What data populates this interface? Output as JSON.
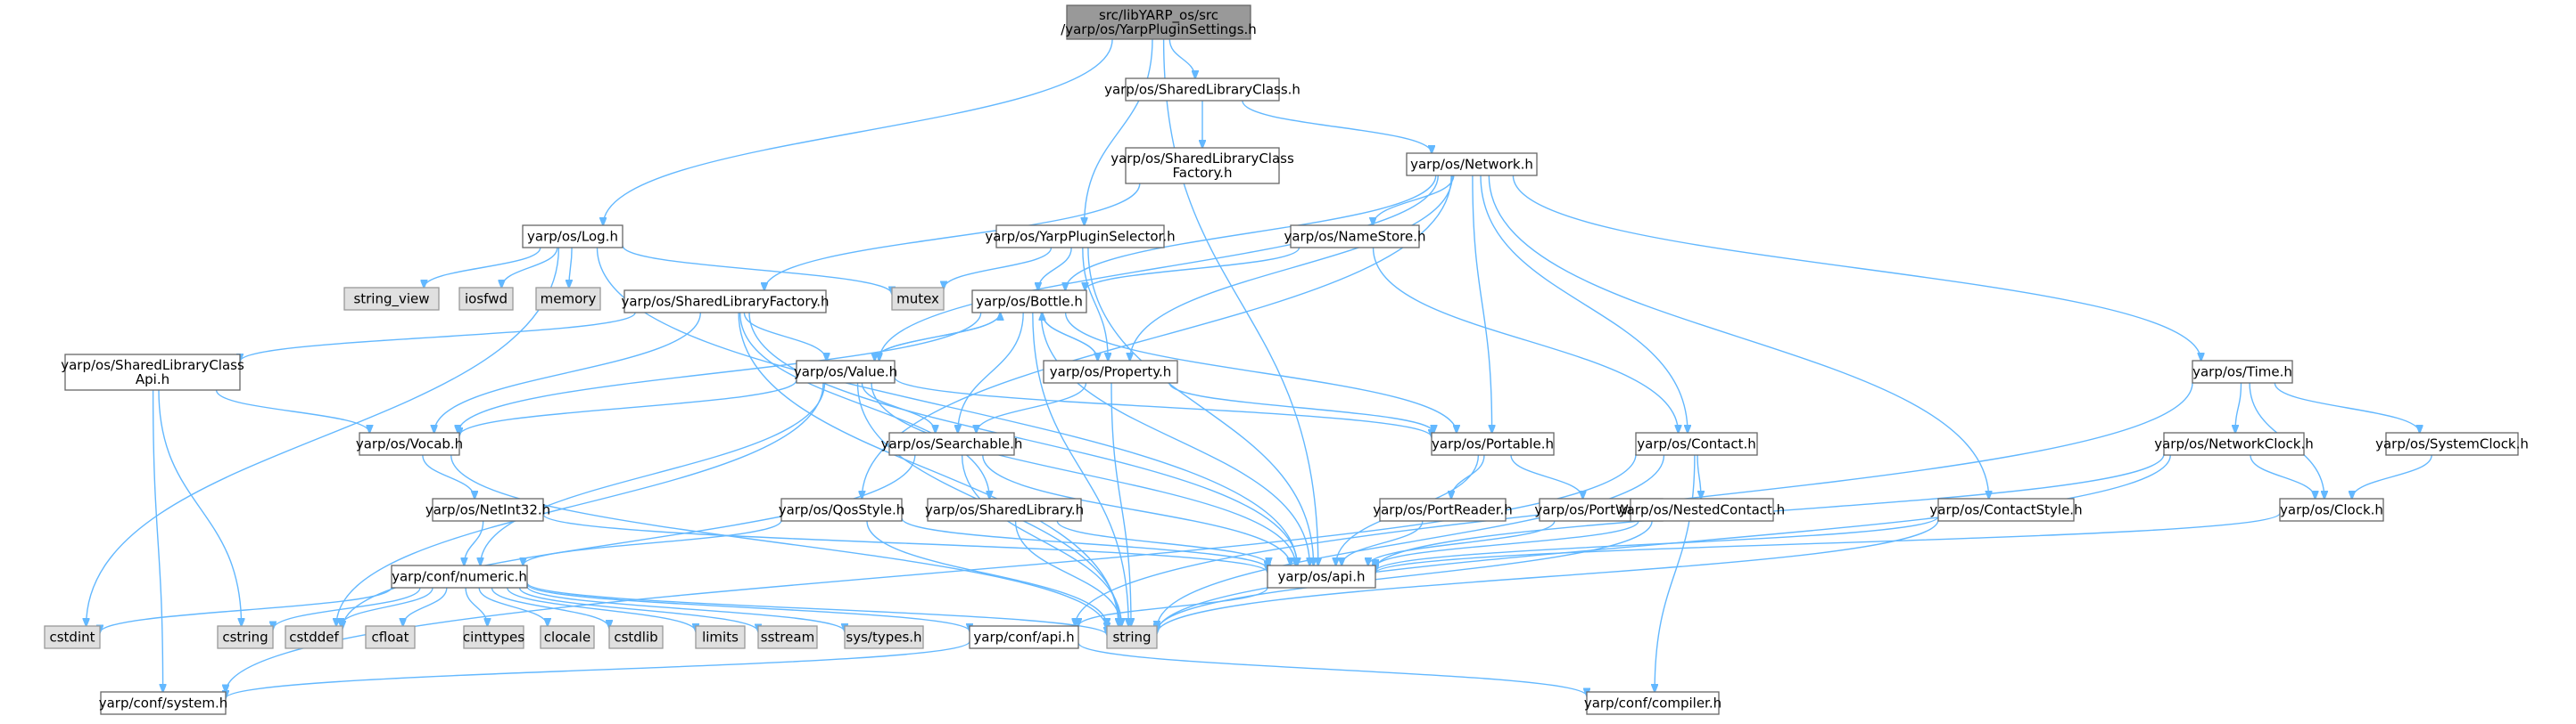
{
  "diagram": {
    "nodes": [
      {
        "id": "root",
        "lines": [
          "src/libYARP_os/src",
          "/yarp/os/YarpPluginSettings.h"
        ],
        "kind": "focus"
      },
      {
        "id": "slc",
        "lines": [
          "yarp/os/SharedLibraryClass.h"
        ],
        "kind": "header"
      },
      {
        "id": "slcf",
        "lines": [
          "yarp/os/SharedLibraryClass",
          "Factory.h"
        ],
        "kind": "header"
      },
      {
        "id": "network",
        "lines": [
          "yarp/os/Network.h"
        ],
        "kind": "header"
      },
      {
        "id": "log",
        "lines": [
          "yarp/os/Log.h"
        ],
        "kind": "header"
      },
      {
        "id": "yps",
        "lines": [
          "yarp/os/YarpPluginSelector.h"
        ],
        "kind": "header"
      },
      {
        "id": "namestore",
        "lines": [
          "yarp/os/NameStore.h"
        ],
        "kind": "header"
      },
      {
        "id": "string_view",
        "lines": [
          "string_view"
        ],
        "kind": "system"
      },
      {
        "id": "iosfwd",
        "lines": [
          "iosfwd"
        ],
        "kind": "system"
      },
      {
        "id": "memory",
        "lines": [
          "memory"
        ],
        "kind": "system"
      },
      {
        "id": "mutex",
        "lines": [
          "mutex"
        ],
        "kind": "system"
      },
      {
        "id": "slf",
        "lines": [
          "yarp/os/SharedLibraryFactory.h"
        ],
        "kind": "header"
      },
      {
        "id": "bottle",
        "lines": [
          "yarp/os/Bottle.h"
        ],
        "kind": "header"
      },
      {
        "id": "slcapi",
        "lines": [
          "yarp/os/SharedLibraryClass",
          "Api.h"
        ],
        "kind": "header"
      },
      {
        "id": "value",
        "lines": [
          "yarp/os/Value.h"
        ],
        "kind": "header"
      },
      {
        "id": "property",
        "lines": [
          "yarp/os/Property.h"
        ],
        "kind": "header"
      },
      {
        "id": "time",
        "lines": [
          "yarp/os/Time.h"
        ],
        "kind": "header"
      },
      {
        "id": "vocab",
        "lines": [
          "yarp/os/Vocab.h"
        ],
        "kind": "header"
      },
      {
        "id": "searchable",
        "lines": [
          "yarp/os/Searchable.h"
        ],
        "kind": "header"
      },
      {
        "id": "portable",
        "lines": [
          "yarp/os/Portable.h"
        ],
        "kind": "header"
      },
      {
        "id": "contact",
        "lines": [
          "yarp/os/Contact.h"
        ],
        "kind": "header"
      },
      {
        "id": "netclock",
        "lines": [
          "yarp/os/NetworkClock.h"
        ],
        "kind": "header"
      },
      {
        "id": "sysclock",
        "lines": [
          "yarp/os/SystemClock.h"
        ],
        "kind": "header"
      },
      {
        "id": "netint32",
        "lines": [
          "yarp/os/NetInt32.h"
        ],
        "kind": "header"
      },
      {
        "id": "qosstyle",
        "lines": [
          "yarp/os/QosStyle.h"
        ],
        "kind": "header"
      },
      {
        "id": "sharedlib",
        "lines": [
          "yarp/os/SharedLibrary.h"
        ],
        "kind": "header"
      },
      {
        "id": "portreader",
        "lines": [
          "yarp/os/PortReader.h"
        ],
        "kind": "header"
      },
      {
        "id": "portwriter",
        "lines": [
          "yarp/os/PortWriter.h"
        ],
        "kind": "header"
      },
      {
        "id": "nestedcontact",
        "lines": [
          "yarp/os/NestedContact.h"
        ],
        "kind": "header"
      },
      {
        "id": "contactstyle",
        "lines": [
          "yarp/os/ContactStyle.h"
        ],
        "kind": "header"
      },
      {
        "id": "clock",
        "lines": [
          "yarp/os/Clock.h"
        ],
        "kind": "header"
      },
      {
        "id": "numeric",
        "lines": [
          "yarp/conf/numeric.h"
        ],
        "kind": "header"
      },
      {
        "id": "osapi",
        "lines": [
          "yarp/os/api.h"
        ],
        "kind": "header"
      },
      {
        "id": "cstdint",
        "lines": [
          "cstdint"
        ],
        "kind": "system"
      },
      {
        "id": "cstring",
        "lines": [
          "cstring"
        ],
        "kind": "system"
      },
      {
        "id": "cstddef",
        "lines": [
          "cstddef"
        ],
        "kind": "system"
      },
      {
        "id": "cfloat",
        "lines": [
          "cfloat"
        ],
        "kind": "system"
      },
      {
        "id": "cinttypes",
        "lines": [
          "cinttypes"
        ],
        "kind": "system"
      },
      {
        "id": "clocale",
        "lines": [
          "clocale"
        ],
        "kind": "system"
      },
      {
        "id": "cstdlib",
        "lines": [
          "cstdlib"
        ],
        "kind": "system"
      },
      {
        "id": "limits",
        "lines": [
          "limits"
        ],
        "kind": "system"
      },
      {
        "id": "sstream",
        "lines": [
          "sstream"
        ],
        "kind": "system"
      },
      {
        "id": "systypes",
        "lines": [
          "sys/types.h"
        ],
        "kind": "system"
      },
      {
        "id": "confapi",
        "lines": [
          "yarp/conf/api.h"
        ],
        "kind": "header"
      },
      {
        "id": "string",
        "lines": [
          "string"
        ],
        "kind": "system"
      },
      {
        "id": "system",
        "lines": [
          "yarp/conf/system.h"
        ],
        "kind": "header"
      },
      {
        "id": "compiler",
        "lines": [
          "yarp/conf/compiler.h"
        ],
        "kind": "header"
      }
    ],
    "edges": [
      [
        "root",
        "slc"
      ],
      [
        "root",
        "log"
      ],
      [
        "root",
        "yps"
      ],
      [
        "root",
        "osapi"
      ],
      [
        "slc",
        "slcf"
      ],
      [
        "slc",
        "network"
      ],
      [
        "slcf",
        "slf"
      ],
      [
        "network",
        "namestore"
      ],
      [
        "network",
        "bottle"
      ],
      [
        "network",
        "value"
      ],
      [
        "network",
        "property"
      ],
      [
        "network",
        "time"
      ],
      [
        "network",
        "portable"
      ],
      [
        "network",
        "contact"
      ],
      [
        "network",
        "qosstyle"
      ],
      [
        "network",
        "contactstyle"
      ],
      [
        "log",
        "string_view"
      ],
      [
        "log",
        "iosfwd"
      ],
      [
        "log",
        "memory"
      ],
      [
        "log",
        "mutex"
      ],
      [
        "log",
        "cstdint"
      ],
      [
        "log",
        "osapi"
      ],
      [
        "yps",
        "mutex"
      ],
      [
        "yps",
        "bottle"
      ],
      [
        "yps",
        "property"
      ],
      [
        "yps",
        "osapi"
      ],
      [
        "namestore",
        "bottle"
      ],
      [
        "namestore",
        "contact"
      ],
      [
        "slf",
        "slcapi"
      ],
      [
        "slf",
        "vocab"
      ],
      [
        "slf",
        "value"
      ],
      [
        "slf",
        "sharedlib"
      ],
      [
        "slf",
        "osapi"
      ],
      [
        "slf",
        "string"
      ],
      [
        "bottle",
        "value"
      ],
      [
        "bottle",
        "property"
      ],
      [
        "bottle",
        "searchable"
      ],
      [
        "bottle",
        "portable"
      ],
      [
        "bottle",
        "vocab"
      ],
      [
        "bottle",
        "string"
      ],
      [
        "bottle",
        "osapi"
      ],
      [
        "slcapi",
        "vocab"
      ],
      [
        "slcapi",
        "cstring"
      ],
      [
        "slcapi",
        "system"
      ],
      [
        "value",
        "bottle"
      ],
      [
        "value",
        "vocab"
      ],
      [
        "value",
        "searchable"
      ],
      [
        "value",
        "portable"
      ],
      [
        "value",
        "numeric"
      ],
      [
        "value",
        "cstddef"
      ],
      [
        "value",
        "string"
      ],
      [
        "value",
        "osapi"
      ],
      [
        "property",
        "bottle"
      ],
      [
        "property",
        "searchable"
      ],
      [
        "property",
        "portable"
      ],
      [
        "property",
        "string"
      ],
      [
        "time",
        "netclock"
      ],
      [
        "time",
        "sysclock"
      ],
      [
        "time",
        "clock"
      ],
      [
        "time",
        "confapi"
      ],
      [
        "vocab",
        "netint32"
      ],
      [
        "vocab",
        "string"
      ],
      [
        "searchable",
        "cstddef"
      ],
      [
        "searchable",
        "string"
      ],
      [
        "searchable",
        "osapi"
      ],
      [
        "portable",
        "portreader"
      ],
      [
        "portable",
        "portwriter"
      ],
      [
        "portable",
        "osapi"
      ],
      [
        "contact",
        "nestedcontact"
      ],
      [
        "contact",
        "string"
      ],
      [
        "contact",
        "system"
      ],
      [
        "contact",
        "compiler"
      ],
      [
        "netclock",
        "clock"
      ],
      [
        "netclock",
        "string"
      ],
      [
        "netclock",
        "osapi"
      ],
      [
        "sysclock",
        "clock"
      ],
      [
        "netint32",
        "numeric"
      ],
      [
        "netint32",
        "osapi"
      ],
      [
        "qosstyle",
        "numeric"
      ],
      [
        "qosstyle",
        "osapi"
      ],
      [
        "qosstyle",
        "string"
      ],
      [
        "sharedlib",
        "osapi"
      ],
      [
        "sharedlib",
        "string"
      ],
      [
        "portreader",
        "osapi"
      ],
      [
        "portwriter",
        "osapi"
      ],
      [
        "nestedcontact",
        "osapi"
      ],
      [
        "nestedcontact",
        "string"
      ],
      [
        "contactstyle",
        "osapi"
      ],
      [
        "contactstyle",
        "string"
      ],
      [
        "clock",
        "osapi"
      ],
      [
        "numeric",
        "cstdint"
      ],
      [
        "numeric",
        "cstring"
      ],
      [
        "numeric",
        "cstddef"
      ],
      [
        "numeric",
        "cfloat"
      ],
      [
        "numeric",
        "cinttypes"
      ],
      [
        "numeric",
        "clocale"
      ],
      [
        "numeric",
        "cstdlib"
      ],
      [
        "numeric",
        "limits"
      ],
      [
        "numeric",
        "sstream"
      ],
      [
        "numeric",
        "systypes"
      ],
      [
        "numeric",
        "confapi"
      ],
      [
        "numeric",
        "string"
      ],
      [
        "osapi",
        "confapi"
      ],
      [
        "confapi",
        "system"
      ],
      [
        "confapi",
        "compiler"
      ]
    ]
  }
}
